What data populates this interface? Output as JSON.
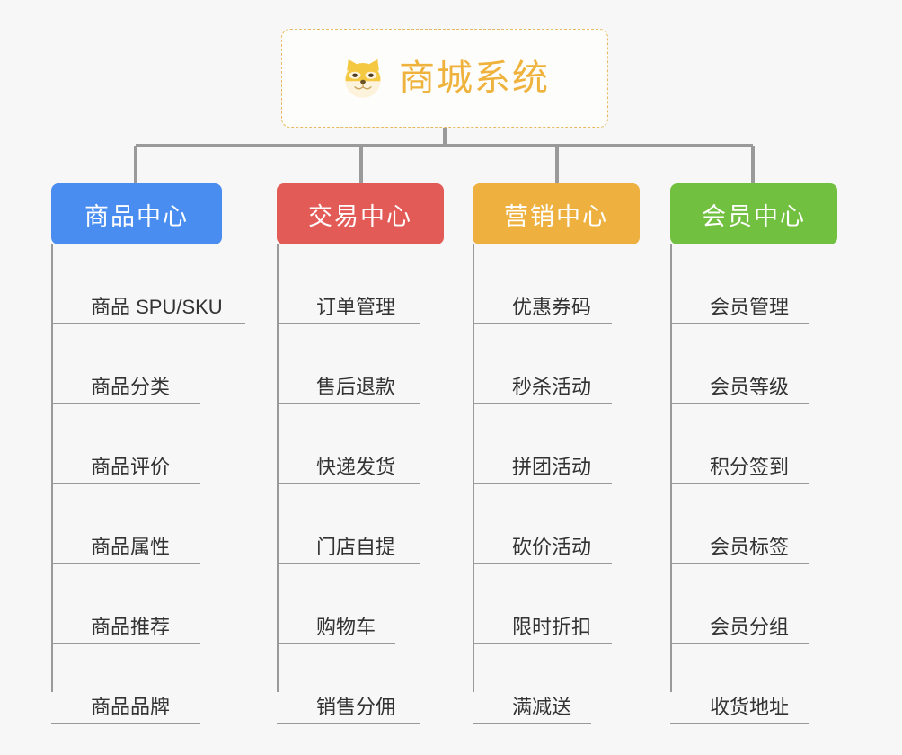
{
  "root": {
    "title": "商城系统",
    "icon": "shiba-dog-emoji",
    "accent_color": "#efb23c",
    "border_color": "#e8b960"
  },
  "line_color": "#9a9a9a",
  "background_color": "#f7f7f7",
  "branches": [
    {
      "label": "商品中心",
      "color": "#4a8df0",
      "items": [
        "商品 SPU/SKU",
        "商品分类",
        "商品评价",
        "商品属性",
        "商品推荐",
        "商品品牌"
      ]
    },
    {
      "label": "交易中心",
      "color": "#e35b56",
      "items": [
        "订单管理",
        "售后退款",
        "快递发货",
        "门店自提",
        "购物车",
        "销售分佣"
      ]
    },
    {
      "label": "营销中心",
      "color": "#eeb03f",
      "items": [
        "优惠券码",
        "秒杀活动",
        "拼团活动",
        "砍价活动",
        "限时折扣",
        "满减送"
      ]
    },
    {
      "label": "会员中心",
      "color": "#72c040",
      "items": [
        "会员管理",
        "会员等级",
        "积分签到",
        "会员标签",
        "会员分组",
        "收货地址"
      ]
    }
  ]
}
